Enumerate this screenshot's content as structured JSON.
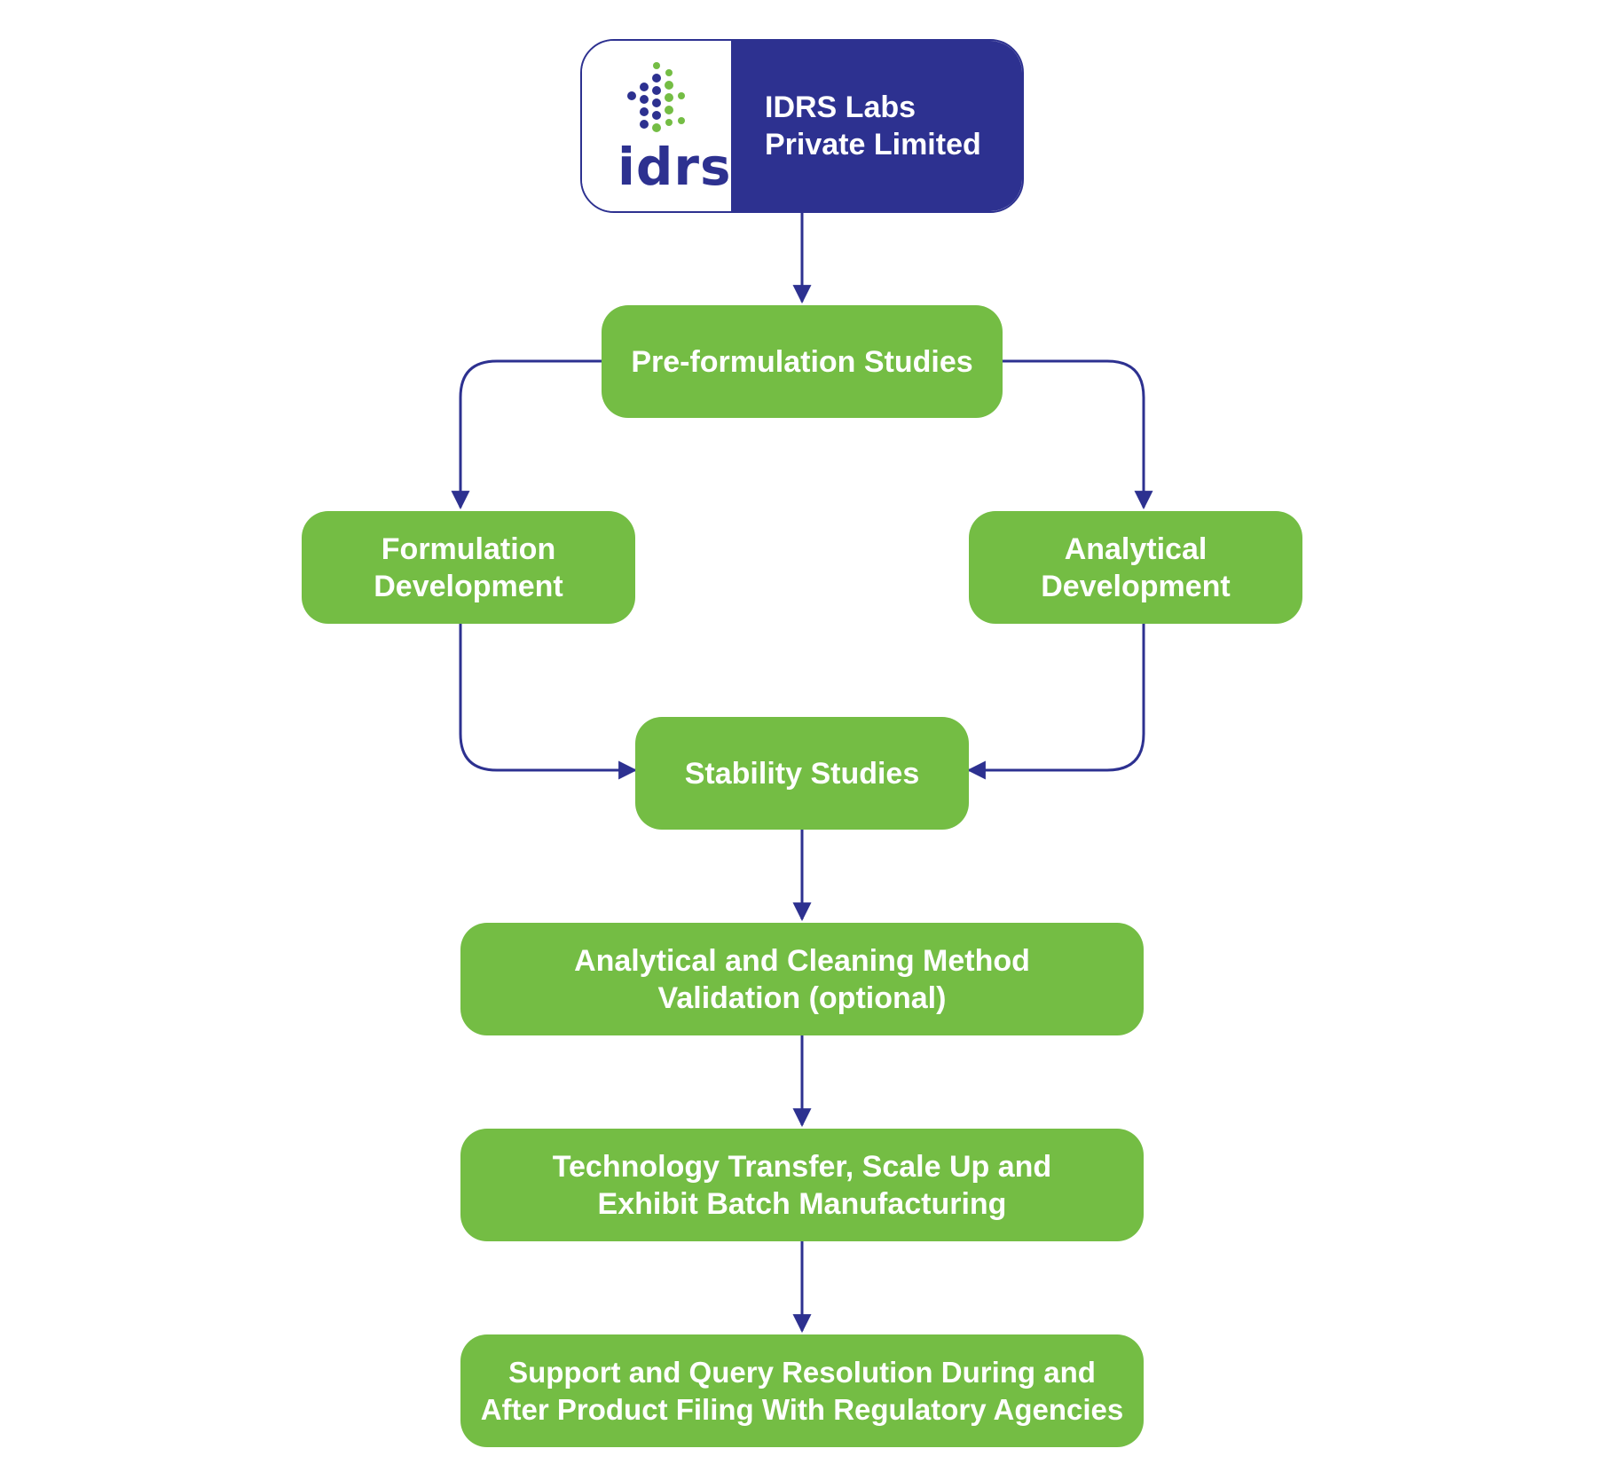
{
  "header": {
    "logo_text": "idrs",
    "company_line1": "IDRS Labs",
    "company_line2": "Private Limited"
  },
  "nodes": {
    "pre_formulation": {
      "line1": "Pre-formulation Studies"
    },
    "formulation": {
      "line1": "Formulation",
      "line2": "Development"
    },
    "analytical": {
      "line1": "Analytical",
      "line2": "Development"
    },
    "stability": {
      "line1": "Stability Studies"
    },
    "validation": {
      "line1": "Analytical and Cleaning Method",
      "line2": "Validation (optional)"
    },
    "tech_transfer": {
      "line1": "Technology Transfer, Scale Up and",
      "line2": "Exhibit Batch Manufacturing"
    },
    "support": {
      "line1": "Support and Query Resolution During and",
      "line2": "After Product Filing With Regulatory Agencies"
    }
  },
  "colors": {
    "node_green": "#74bd44",
    "navy": "#2d3190",
    "logo_green": "#74bd44"
  }
}
